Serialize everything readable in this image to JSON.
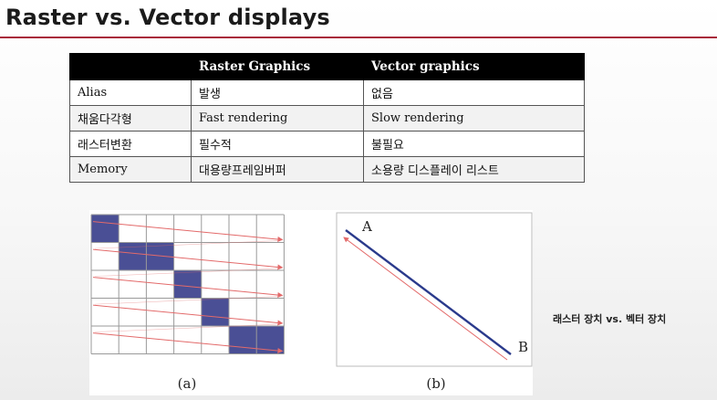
{
  "title": "Raster vs. Vector displays",
  "table": {
    "headers": [
      "",
      "Raster Graphics",
      "Vector graphics"
    ],
    "rows": [
      [
        "Alias",
        "발생",
        "없음"
      ],
      [
        "채움다각형",
        "Fast rendering",
        "Slow rendering"
      ],
      [
        "래스터변환",
        "필수적",
        "불필요"
      ],
      [
        "Memory",
        "대용량프레임버퍼",
        "소용량 디스플레이 리스트"
      ]
    ]
  },
  "figure": {
    "panel_a": {
      "label": "(a)",
      "filled_cells": [
        [
          0,
          0
        ],
        [
          1,
          1
        ],
        [
          2,
          1
        ],
        [
          3,
          2
        ],
        [
          4,
          3
        ],
        [
          5,
          4
        ],
        [
          6,
          4
        ]
      ]
    },
    "panel_b": {
      "label": "(b)",
      "point_start": "A",
      "point_end": "B"
    }
  },
  "caption": "래스터 장치 vs.  벡터 장치",
  "colors": {
    "rule": "#a8243a",
    "header_bg": "#000000",
    "cell_fill": "#4a4f95",
    "arrow": "#e36a6a",
    "vector_line": "#2a3a8c"
  }
}
